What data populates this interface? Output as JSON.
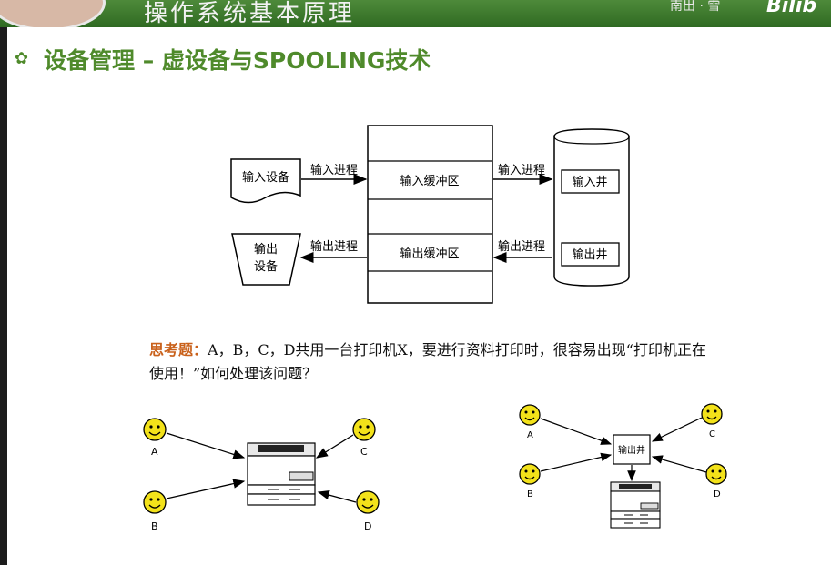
{
  "header": {
    "title": "操作系统基本原理",
    "speaker": "南出 · 雪",
    "logo": "Bilib"
  },
  "slide": {
    "heading": "设备管理 – 虚设备与SPOOLING技术",
    "bullet_icon": "flower-bullet-icon"
  },
  "spool_diagram": {
    "input_device": "输入设备",
    "input_process_left": "输入进程",
    "input_buffer": "输入缓冲区",
    "input_process_right": "输入进程",
    "input_well": "输入井",
    "output_device_line1": "输出",
    "output_device_line2": "设备",
    "output_process_left": "输出进程",
    "output_buffer": "输出缓冲区",
    "output_process_right": "输出进程",
    "output_well": "输出井"
  },
  "question": {
    "label": "思考题：",
    "text": "A，B，C，D共用一台打印机X，要进行资料打印时，很容易出现“打印机正在使用！”如何处理该问题？"
  },
  "left_scenario": {
    "users": [
      "A",
      "B",
      "C",
      "D"
    ]
  },
  "right_scenario": {
    "users": [
      "A",
      "B",
      "C",
      "D"
    ],
    "well_label": "输出井"
  },
  "colors": {
    "accent_green": "#4f8a2b",
    "question_orange": "#c9611b",
    "smiley_yellow": "#f3e21a"
  }
}
